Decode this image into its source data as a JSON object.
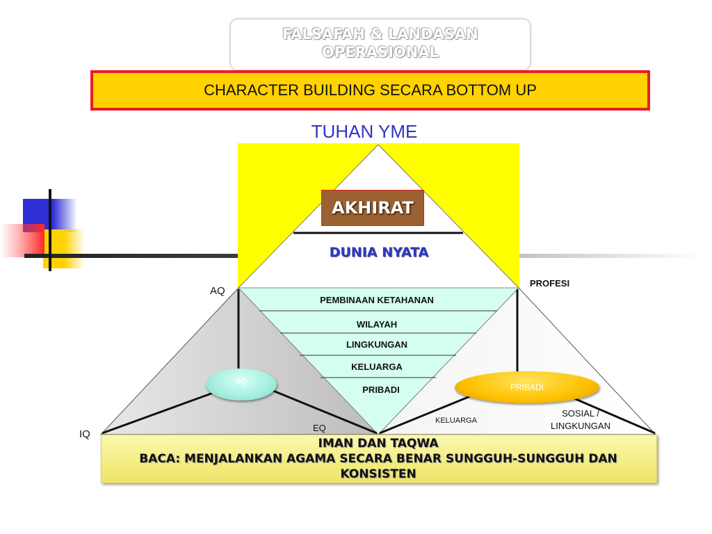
{
  "header": {
    "title": "FALSAFAH & LANDASAN\nOPERASIONAL"
  },
  "banner": {
    "text": "CHARACTER BUILDING SECARA BOTTOM UP"
  },
  "apex_label": "TUHAN YME",
  "top_triangle": {
    "akhirat": "AKHIRAT",
    "dunia_nyata": "DUNIA NYATA"
  },
  "inverted_layers": [
    "PEMBINAAN KETAHANAN",
    "WILAYAH",
    "LINGKUNGAN",
    "KELUARGA",
    "PRIBADI"
  ],
  "left_labels": {
    "aq": "AQ",
    "iq": "IQ",
    "eq": "EQ",
    "oval": "SQ"
  },
  "right_labels": {
    "profesi": "PROFESI",
    "oval": "PRIBADI",
    "keluarga": "KELUARGA",
    "sosial": "SOSIAL /\nLINGKUNGAN"
  },
  "base": {
    "line1": "IMAN DAN TAQWA",
    "line2": "BACA: MENJALANKAN AGAMA SECARA BENAR SUNGGUH-SUNGGUH DAN",
    "line3": "KONSISTEN"
  },
  "colors": {
    "banner_fill": "#ffd200",
    "banner_border": "#ee1c24",
    "yellow_panel": "#ffff00",
    "title_blue": "#2f36c2",
    "akhirat_fill": "#9b6130",
    "inverted_fill": "#d4fff0",
    "sq_oval": "#a8f0e0",
    "pribadi_oval": "#ffc000"
  }
}
